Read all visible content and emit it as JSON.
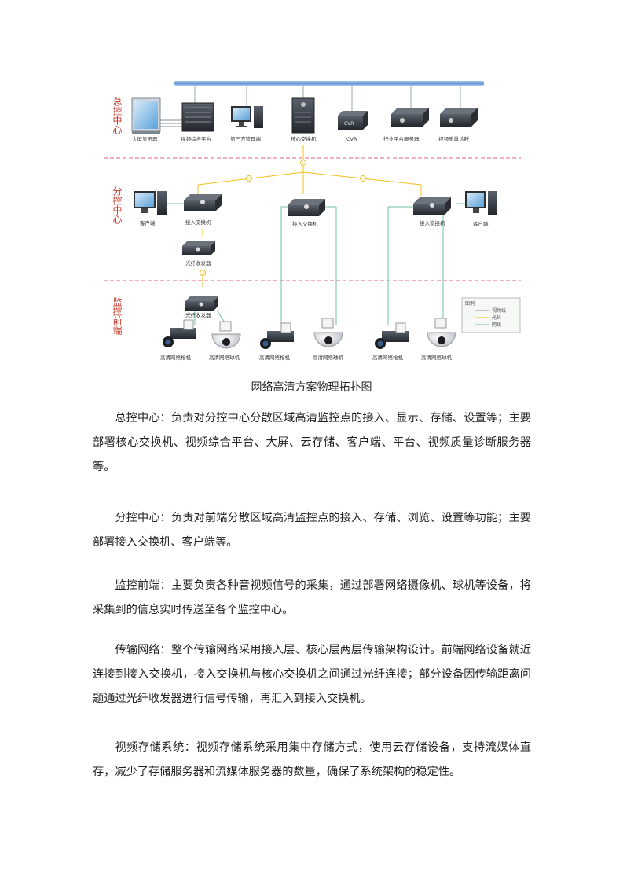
{
  "diagram": {
    "zones": {
      "central": "总控中心",
      "branch": "分控中心",
      "frontend": "监控前端"
    },
    "devices": {
      "big_screen": "大屏显示器",
      "video_platform": "视频综合平台",
      "third_party": "第三方管理端",
      "core_switch": "核心交换机",
      "cvr_label": "CVR",
      "cvr": "CVR",
      "industry_server": "行业平台服务器",
      "quality_diag": "视频质量诊断",
      "client_left": "客户端",
      "access_switch_1": "接入交换机",
      "access_switch_2": "接入交换机",
      "access_switch_3": "接入交换机",
      "client_right": "客户端",
      "fiber_transceiver_1": "光纤收发器",
      "fiber_transceiver_2": "光纤收发器",
      "camera_1": "高清网络枪机",
      "dome_1": "高清网络球机",
      "camera_2": "高清网络枪机",
      "dome_2": "高清网络球机",
      "camera_3": "高清网络枪机",
      "dome_3": "高清网络球机"
    },
    "legend": {
      "title": "图例",
      "items": [
        "视频线",
        "光纤",
        "网线"
      ]
    }
  },
  "caption": "网络高清方案物理拓扑图",
  "paragraphs": [
    "总控中心：负责对分控中心分散区域高清监控点的接入、显示、存储、设置等；主要部署核心交换机、视频综合平台、大屏、云存储、客户端、平台、视频质量诊断服务器等。",
    "分控中心：负责对前端分散区域高清监控点的接入、存储、浏览、设置等功能；主要部署接入交换机、客户端等。",
    "监控前端：主要负责各种音视频信号的采集，通过部署网络摄像机、球机等设备，将采集到的信息实时传送至各个监控中心。",
    "传输网络：整个传输网络采用接入层、核心层两层传输架构设计。前端网络设备就近连接到接入交换机，接入交换机与核心交换机之间通过光纤连接；部分设备因传输距离问题通过光纤收发器进行信号传输，再汇入到接入交换机。",
    "视频存储系统：视频存储系统采用集中存储方式，使用云存储设备，支持流媒体直存，减少了存储服务器和流媒体服务器的数量，确保了系统架构的稳定性。"
  ],
  "colors": {
    "zone_divider": "#e06080",
    "zone_text": "#c0392b",
    "bus": "#6a9fd8",
    "fiber": "#f0c020",
    "network": "#70c0a0",
    "video": "#888888",
    "device_dark": "#3a3f46"
  }
}
